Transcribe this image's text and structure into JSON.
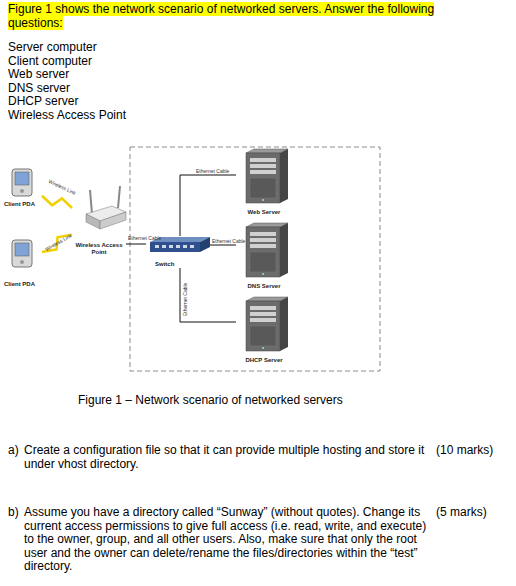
{
  "diagram": {
    "title": "Figure 1 shows the network scenario of networked servers. Answer the following questions:",
    "caption": "Figure 1 – Network scenario of networked servers",
    "nodes": [
      {
        "text": [
          "Client PDA"
        ]
      },
      {
        "text": [
          "Client PDA"
        ]
      },
      {
        "text": [
          "Wireless Access Point"
        ]
      },
      {
        "text": [
          "Switch"
        ]
      },
      {
        "text": [
          "Web Server"
        ]
      },
      {
        "text": [
          "DNS Server"
        ]
      },
      {
        "text": [
          "DHCP Server"
        ]
      }
    ],
    "edges": [
      {
        "from": 0,
        "to": 2,
        "label": "Wireless Link",
        "arrow": "none"
      },
      {
        "from": 1,
        "to": 2,
        "label": "Wireless Link",
        "arrow": "none"
      },
      {
        "from": 2,
        "to": 3,
        "label": "Ethernet Cable",
        "arrow": "none"
      },
      {
        "from": 3,
        "to": 4,
        "label": "Ethernet Cable",
        "arrow": "none"
      },
      {
        "from": 3,
        "to": 5,
        "label": "Ethernet Cable",
        "arrow": "none"
      },
      {
        "from": 3,
        "to": 6,
        "label": "Ethernet Cable",
        "arrow": "none"
      }
    ],
    "labels": [
      "Server computer",
      "Client computer",
      "Web server",
      "DNS server",
      "DHCP server",
      "Wireless Access Point",
      "a)",
      "Create a configuration file so that it can provide multiple hosting and store it under vhost directory.",
      "(10 marks)",
      "b)",
      "Assume you have a directory called “Sunway” (without quotes). Change its current access permissions to give full access (i.e. read, write, and execute) to the owner, group, and all other users. Also, make sure that only the root user and the owner can delete/rename the files/directories within the “test” directory.",
      "(5 marks)"
    ]
  }
}
